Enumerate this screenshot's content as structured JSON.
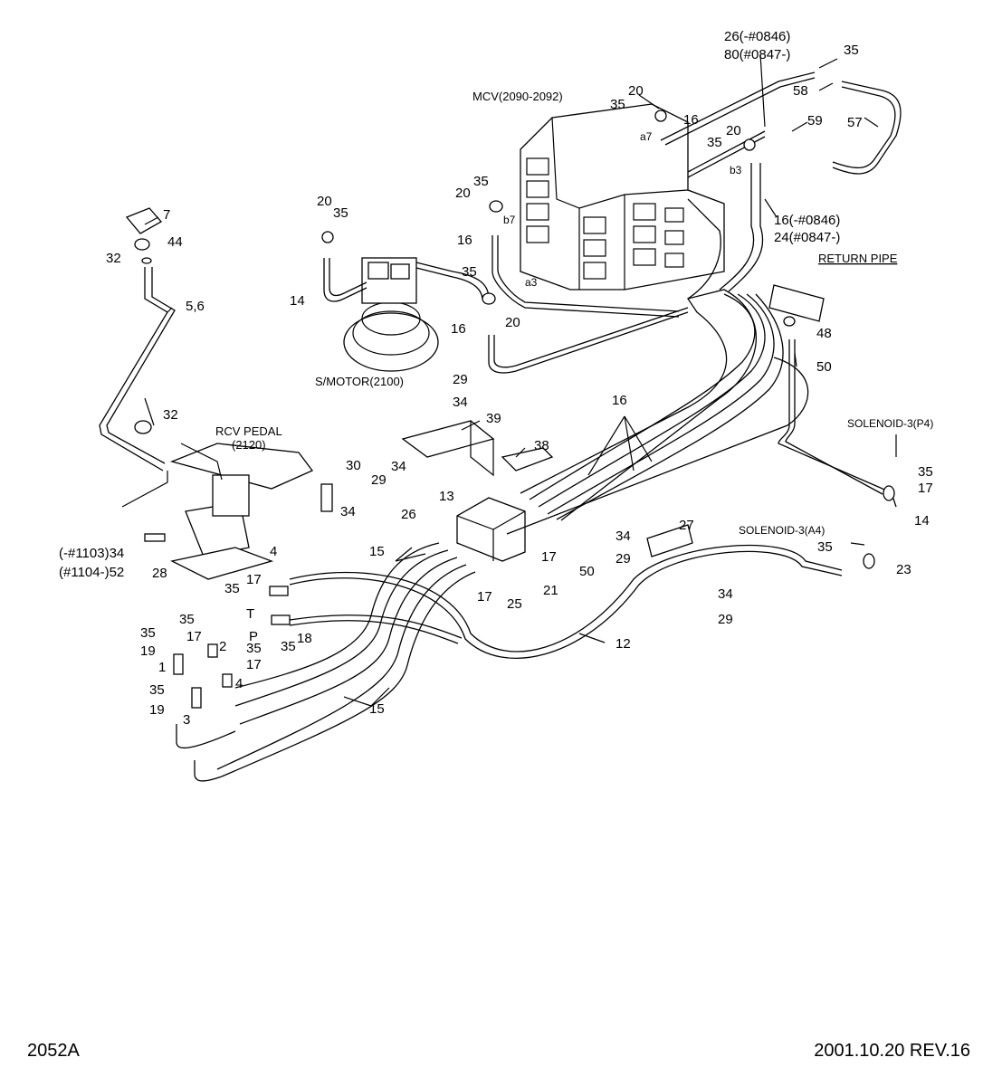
{
  "drawing_code": "2052A",
  "revision": "2001.10.20 REV.16",
  "assemblies": {
    "mcv": "MCV(2090-2092)",
    "swing_motor": "S/MOTOR(2100)",
    "rcv_pedal_1": "RCV PEDAL",
    "rcv_pedal_2": "(2120)",
    "return_pipe": "RETURN PIPE",
    "solenoid_p4": "SOLENOID-3(P4)",
    "solenoid_a4": "SOLENOID-3(A4)"
  },
  "callouts": {
    "c26": "26(-#0846)",
    "c80": "80(#0847-)",
    "c16a": "16(-#0846)",
    "c24": "24(#0847-)",
    "c34a": "(-#1103)34",
    "c52": "(#1104-)52",
    "n35": "35",
    "n58": "58",
    "n57": "57",
    "n59": "59",
    "n20": "20",
    "n16": "16",
    "n7": "7",
    "n44": "44",
    "n32": "32",
    "n56": "5,6",
    "n14": "14",
    "n29": "29",
    "n34": "34",
    "n39": "39",
    "n38": "38",
    "n30": "30",
    "n13": "13",
    "n26": "26",
    "n17": "17",
    "n4": "4",
    "n28": "28",
    "n15": "15",
    "n25": "25",
    "n21": "21",
    "n18": "18",
    "n2": "2",
    "n19": "19",
    "n1": "1",
    "n3": "3",
    "n12": "12",
    "n50": "50",
    "n48": "48",
    "n27": "27",
    "n23": "23",
    "nT": "T",
    "nP": "P",
    "a7": "a7",
    "b3": "b3",
    "b7": "b7",
    "a3": "a3"
  }
}
